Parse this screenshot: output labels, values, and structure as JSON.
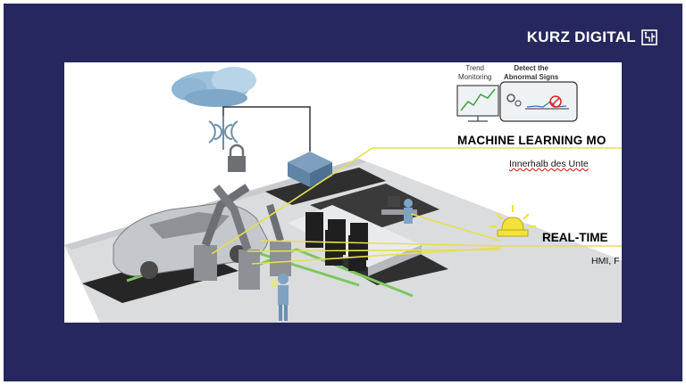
{
  "brand": {
    "name": "KURZ DIGITAL",
    "logo_icon": "circuit-square-icon"
  },
  "slide": {
    "trend_label": "Trend Monitoring",
    "trend_line1": "Trend",
    "trend_line2": "Monitoring",
    "abnormal_line1": "Detect the",
    "abnormal_line2": "Abnormal Signs",
    "ml_heading": "MACHINE LEARNING MO",
    "ml_subtext": "Innerhalb des Unte",
    "rt_heading": "REAL-TIME",
    "rt_subtext": "HMI, F"
  },
  "colors": {
    "frame": "#27275f",
    "accent_line": "#e7e04a",
    "floor_path": "#8bd16a",
    "alarm": "#f2e23a",
    "cloud": "#8fb6d4"
  }
}
